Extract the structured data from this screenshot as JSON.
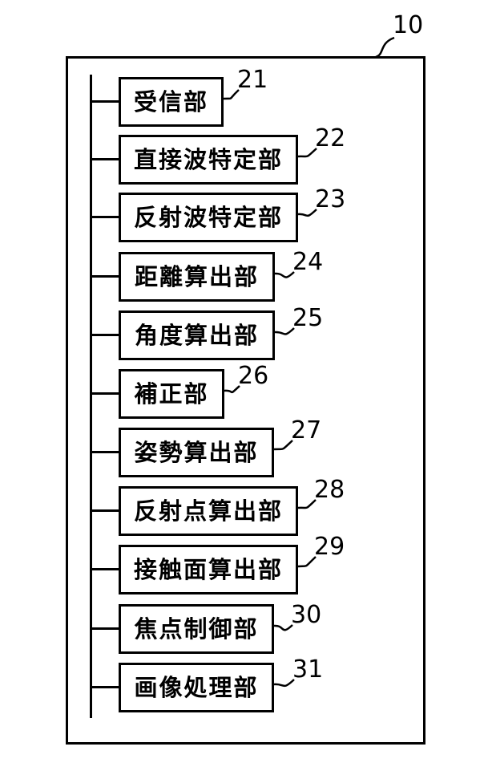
{
  "figure": {
    "outer_ref": "10",
    "units": [
      {
        "ref": "21",
        "label": "受信部"
      },
      {
        "ref": "22",
        "label": "直接波特定部"
      },
      {
        "ref": "23",
        "label": "反射波特定部"
      },
      {
        "ref": "24",
        "label": "距離算出部"
      },
      {
        "ref": "25",
        "label": "角度算出部"
      },
      {
        "ref": "26",
        "label": "補正部"
      },
      {
        "ref": "27",
        "label": "姿勢算出部"
      },
      {
        "ref": "28",
        "label": "反射点算出部"
      },
      {
        "ref": "29",
        "label": "接触面算出部"
      },
      {
        "ref": "30",
        "label": "焦点制御部"
      },
      {
        "ref": "31",
        "label": "画像処理部"
      }
    ],
    "colors": {
      "line": "#000000",
      "background": "#ffffff"
    }
  }
}
